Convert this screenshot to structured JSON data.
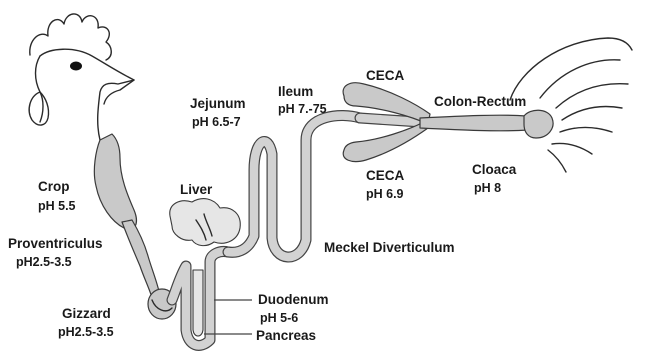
{
  "labels": {
    "crop": "Crop",
    "crop_ph": "pH 5.5",
    "proventriculus": "Proventriculus",
    "proventriculus_ph": "pH2.5-3.5",
    "gizzard": "Gizzard",
    "gizzard_ph": "pH2.5-3.5",
    "liver": "Liver",
    "jejunum": "Jejunum",
    "jejunum_ph": "pH 6.5-7",
    "ileum": "Ileum",
    "ileum_ph": "pH 7.-75",
    "ceca_top": "CECA",
    "ceca_bottom": "CECA",
    "ceca_bottom_ph": "pH 6.9",
    "colon_rectum": "Colon-Rectum",
    "cloaca": "Cloaca",
    "cloaca_ph": "pH 8",
    "meckel": "Meckel Diverticulum",
    "duodenum": "Duodenum",
    "duodenum_ph": "pH 5-6",
    "pancreas": "Pancreas"
  },
  "colors": {
    "organ_fill": "#c9c9c9",
    "outline": "#2b2b2b",
    "background": "#ffffff"
  }
}
